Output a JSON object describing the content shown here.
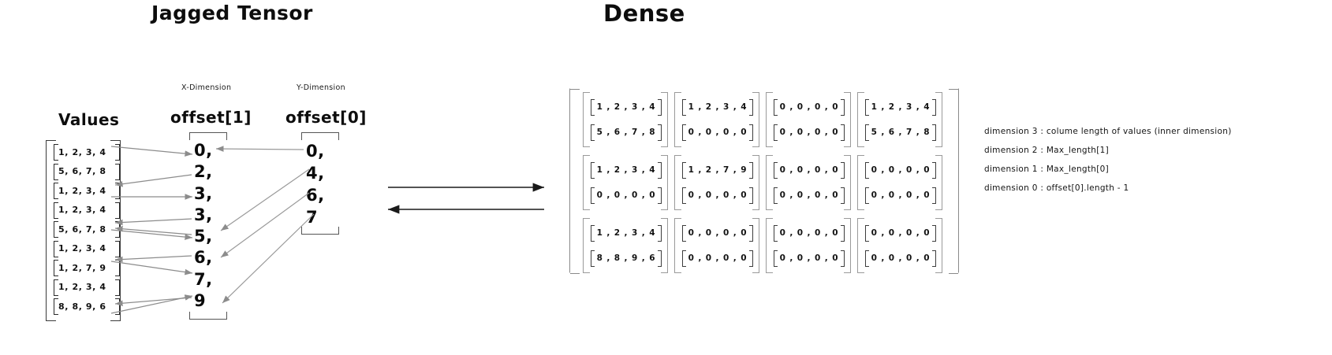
{
  "titles": {
    "jagged": "Jagged Tensor",
    "dense": "Dense"
  },
  "jagged": {
    "values_heading": "Values",
    "values": [
      "1, 2, 3, 4",
      "5, 6, 7, 8",
      "1, 2, 3, 4",
      "1, 2, 3, 4",
      "5, 6, 7, 8",
      "1, 2, 3, 4",
      "1, 2, 7, 9",
      "1, 2, 3, 4",
      "8, 8, 9, 6"
    ],
    "offset1": {
      "dimension_label": "X-Dimension",
      "heading": "offset[1]",
      "items": [
        "0,",
        "2,",
        "3,",
        "3,",
        "5,",
        "6,",
        "7,",
        "9"
      ]
    },
    "offset0": {
      "dimension_label": "Y-Dimension",
      "heading": "offset[0]",
      "items": [
        "0,",
        "4,",
        "6,",
        "7"
      ]
    }
  },
  "dense": {
    "rows": [
      {
        "blocks": [
          {
            "lines": [
              "1 , 2 , 3 , 4",
              "5 , 6 , 7 , 8"
            ]
          },
          {
            "lines": [
              "1 , 2 , 3 , 4",
              "0 , 0 , 0 , 0"
            ]
          },
          {
            "lines": [
              "0 , 0 , 0 , 0",
              "0 , 0 , 0 , 0"
            ]
          },
          {
            "lines": [
              "1 , 2 , 3 , 4",
              "5 , 6 , 7 , 8"
            ]
          }
        ]
      },
      {
        "blocks": [
          {
            "lines": [
              "1 , 2 , 3 , 4",
              "0 , 0 , 0 , 0"
            ]
          },
          {
            "lines": [
              "1 , 2 , 7 , 9",
              "0 , 0 , 0 , 0"
            ]
          },
          {
            "lines": [
              "0 , 0 , 0 , 0",
              "0 , 0 , 0 , 0"
            ]
          },
          {
            "lines": [
              "0 , 0 , 0 , 0",
              "0 , 0 , 0 , 0"
            ]
          }
        ]
      },
      {
        "blocks": [
          {
            "lines": [
              "1 , 2 , 3 , 4",
              "8 , 8 , 9 , 6"
            ]
          },
          {
            "lines": [
              "0 , 0 , 0 , 0",
              "0 , 0 , 0 , 0"
            ]
          },
          {
            "lines": [
              "0 , 0 , 0 , 0",
              "0 , 0 , 0 , 0"
            ]
          },
          {
            "lines": [
              "0 , 0 , 0 , 0",
              "0 , 0 , 0 , 0"
            ]
          }
        ]
      }
    ]
  },
  "dimension_notes": [
    "dimension 3 : colume length of values (inner dimension)",
    "dimension 2 : Max_length[1]",
    "dimension 1  : Max_length[0]",
    "dimension 0 : offset[0].length - 1"
  ],
  "colors": {
    "ink": "#111111",
    "arrow": "#8c8c8c",
    "bracket": "#8a8a8a",
    "background": "#ffffff"
  }
}
